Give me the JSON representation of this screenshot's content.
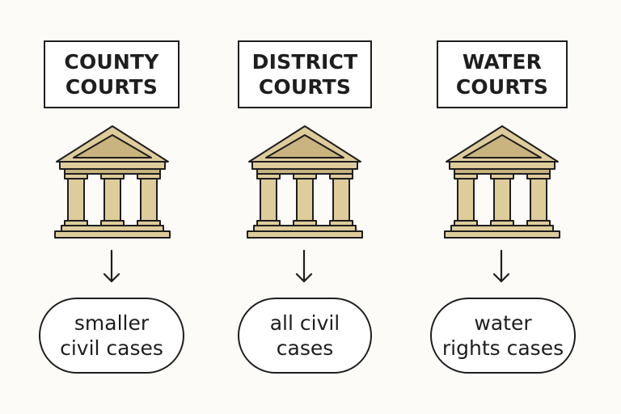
{
  "columns": [
    {
      "title_lines": [
        "COUNTY",
        "COURTS"
      ],
      "icon": "courthouse-icon",
      "arrow_icon": "arrow-down-icon",
      "result_lines": [
        "smaller",
        "civil cases"
      ]
    },
    {
      "title_lines": [
        "DISTRICT",
        "COURTS"
      ],
      "icon": "courthouse-icon",
      "arrow_icon": "arrow-down-icon",
      "result_lines": [
        "all civil",
        "cases"
      ]
    },
    {
      "title_lines": [
        "WATER",
        "COURTS"
      ],
      "icon": "courthouse-icon",
      "arrow_icon": "arrow-down-icon",
      "result_lines": [
        "water",
        "rights cases"
      ]
    }
  ],
  "colors": {
    "background": "#fcfbf7",
    "stroke": "#1e1e1e",
    "building_fill": "#dfcc9b",
    "building_shade": "#c9b47f"
  }
}
